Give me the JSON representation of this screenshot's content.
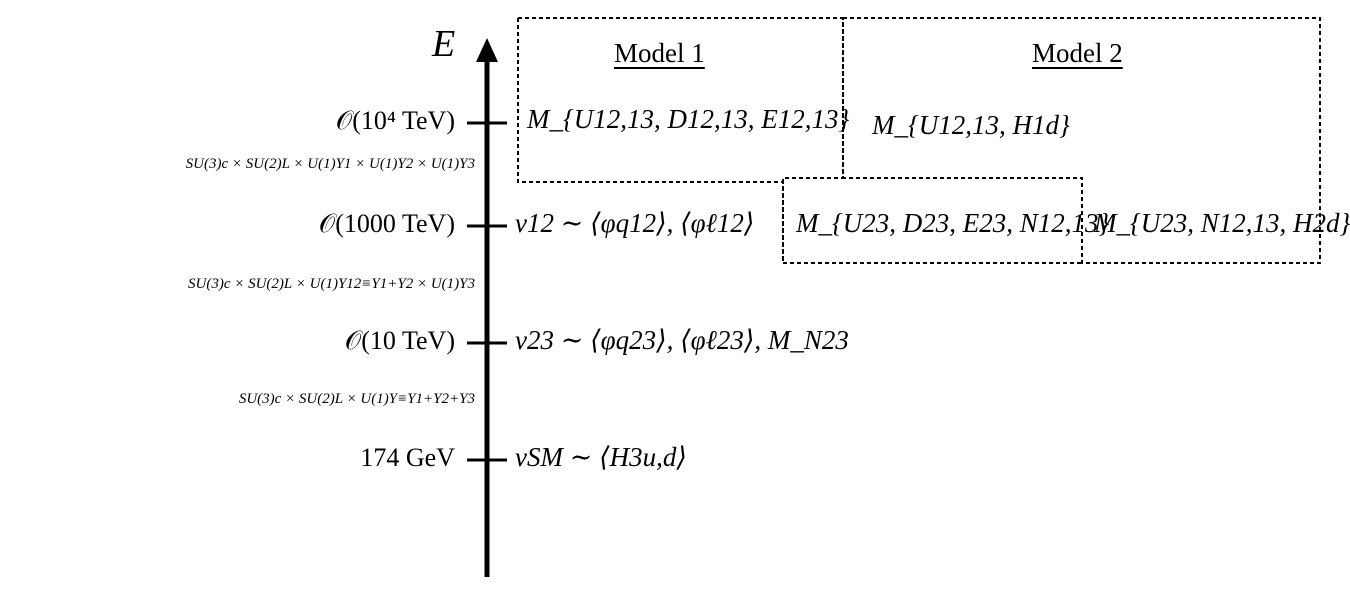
{
  "axis": {
    "label": "E",
    "color": "#000000"
  },
  "models": {
    "model1_title": "Model 1",
    "model2_title": "Model 2"
  },
  "scales": [
    {
      "label": "𝒪(10⁴ TeV)",
      "model1": "M_{U12,13, D12,13, E12,13}",
      "model2": "M_{U12,13, H1d}"
    },
    {
      "label": "𝒪(1000 TeV)",
      "vev": "v12 ∼ ⟨φq12⟩, ⟨φℓ12⟩",
      "model1": "M_{U23, D23, E23, N12,13}",
      "model2": "M_{U23, N12,13, H2d}"
    },
    {
      "label": "𝒪(10 TeV)",
      "vev": "v23 ∼ ⟨φq23⟩, ⟨φℓ23⟩, M_N23"
    },
    {
      "label": "174 GeV",
      "vev": "vSM ∼ ⟨H3u,d⟩"
    }
  ],
  "groups": [
    "SU(3)c × SU(2)L × U(1)Y1 × U(1)Y2 × U(1)Y3",
    "SU(3)c × SU(2)L × U(1)Y12≡Y1+Y2 × U(1)Y3",
    "SU(3)c × SU(2)L × U(1)Y≡Y1+Y2+Y3"
  ]
}
